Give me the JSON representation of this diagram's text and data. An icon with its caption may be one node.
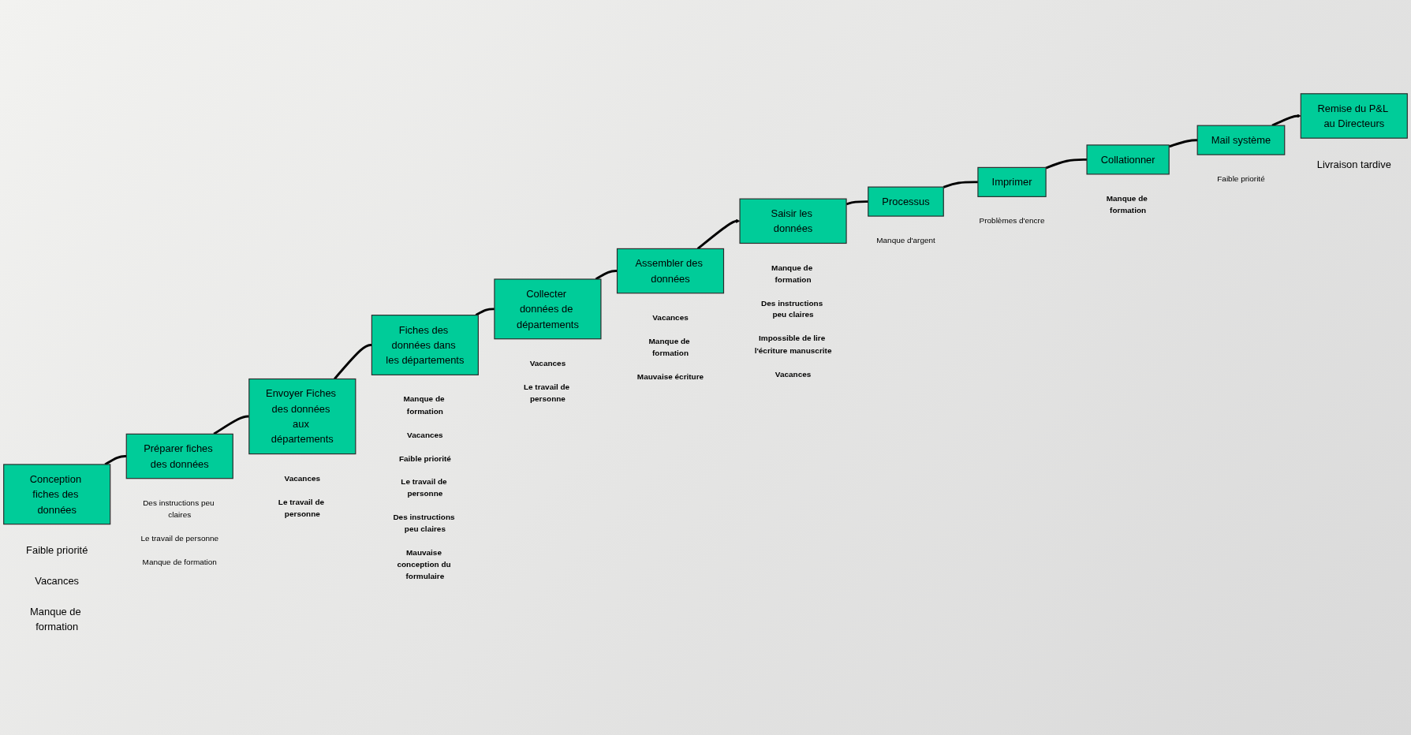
{
  "diagram": {
    "nodes": [
      {
        "text": [
          "Saisir les données"
        ],
        "beside": [
          "Manque de formation",
          "Des instructions peu claires",
          "Impossible de lire l'écriture manuscrite",
          "Vacances"
        ]
      },
      {
        "text": [
          "Processus"
        ],
        "beside": [
          "Manque d'argent"
        ]
      },
      {
        "text": [
          "Imprimer"
        ],
        "beside": [
          "Problèmes d'encre"
        ]
      },
      {
        "text": [
          "Collationner"
        ],
        "beside": [
          "Manque de formation"
        ]
      },
      {
        "text": [
          "Mail système"
        ],
        "beside": [
          "Faible priorité"
        ]
      },
      {
        "text": [
          "Remise du P&L au Directeurs"
        ],
        "beside": [
          "Livraison tardive"
        ]
      },
      {
        "text": [
          "Conception fiches des données"
        ],
        "beside": [
          "Faible priorité",
          "Vacances",
          "Manque de formation"
        ]
      },
      {
        "text": [
          "Préparer fiches des données"
        ],
        "beside": [
          "Des instructions peu claires",
          "Le travail de personne",
          "Manque de formation"
        ]
      },
      {
        "text": [
          "Envoyer Fiches des données aux départements"
        ],
        "beside": [
          "Vacances",
          "Le travail de personne"
        ]
      },
      {
        "text": [
          "Fiches des données dans les départements"
        ],
        "beside": [
          "Manque de formation",
          "Vacances",
          "Faible priorité",
          "Le travail de personne",
          "Des instructions peu claires",
          "Mauvaise conception du formulaire"
        ]
      },
      {
        "text": [
          "Collecter données de départements"
        ],
        "beside": [
          "Vacances",
          "Le travail de personne"
        ]
      },
      {
        "text": [
          "Assembler des données"
        ],
        "beside": [
          "Vacances",
          "Manque de formation",
          "Mauvaise écriture"
        ]
      }
    ],
    "edges": [
      {
        "from": 6,
        "to": 7,
        "arrow": "none"
      },
      {
        "from": 7,
        "to": 8,
        "arrow": "none"
      },
      {
        "from": 8,
        "to": 9,
        "arrow": "none"
      },
      {
        "from": 9,
        "to": 10,
        "arrow": "none"
      },
      {
        "from": 10,
        "to": 11,
        "arrow": "none"
      },
      {
        "from": 11,
        "to": 0,
        "arrow": "to"
      },
      {
        "from": 0,
        "to": 1,
        "arrow": "none"
      },
      {
        "from": 1,
        "to": 2,
        "arrow": "none"
      },
      {
        "from": 2,
        "to": 3,
        "arrow": "none"
      },
      {
        "from": 3,
        "to": 4,
        "arrow": "none"
      },
      {
        "from": 4,
        "to": 5,
        "arrow": "to"
      }
    ]
  }
}
